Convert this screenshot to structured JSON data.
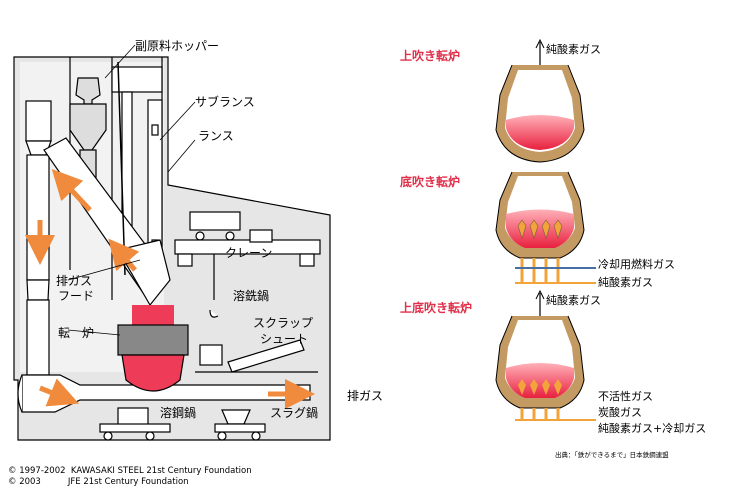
{
  "plant": {
    "labels": {
      "hopper": "副原料ホッパー",
      "sublance": "サブランス",
      "lance": "ランス",
      "crane": "クレーン",
      "exhaust_hood": "排ガス\nフード",
      "exhaust_hood_1": "排ガス",
      "exhaust_hood_2": "フード",
      "ladle_hot_metal": "溶銑鍋",
      "scrap_chute_1": "スクラップ",
      "scrap_chute_2": "シュート",
      "converter": "転　炉",
      "steel_ladle": "溶鋼鍋",
      "slag_pot": "スラグ鍋",
      "exhaust_gas": "排ガス"
    }
  },
  "types": {
    "top": {
      "title": "上吹き転炉",
      "gases": [
        "純酸素ガス"
      ]
    },
    "bottom": {
      "title": "底吹き転炉",
      "gases": [
        "冷却用燃料ガス",
        "純酸素ガス"
      ]
    },
    "combined": {
      "title": "上底吹き転炉",
      "top_gas": "純酸素ガス",
      "gases": [
        "不活性ガス",
        "炭酸ガス",
        "純酸素ガス+冷却ガス"
      ]
    }
  },
  "source": "出典：「鉄ができるまで」日本鉄鋼連盟",
  "copyright": {
    "line1": "© 1997-2002  KAWASAKI STEEL 21st Century Foundation",
    "line2": "© 2003          JFE 21st Century Foundation"
  },
  "colors": {
    "steel": "#ee3b57",
    "shell": "#c49a63",
    "flow": "#f08a3c",
    "label_red": "#e0304a"
  }
}
